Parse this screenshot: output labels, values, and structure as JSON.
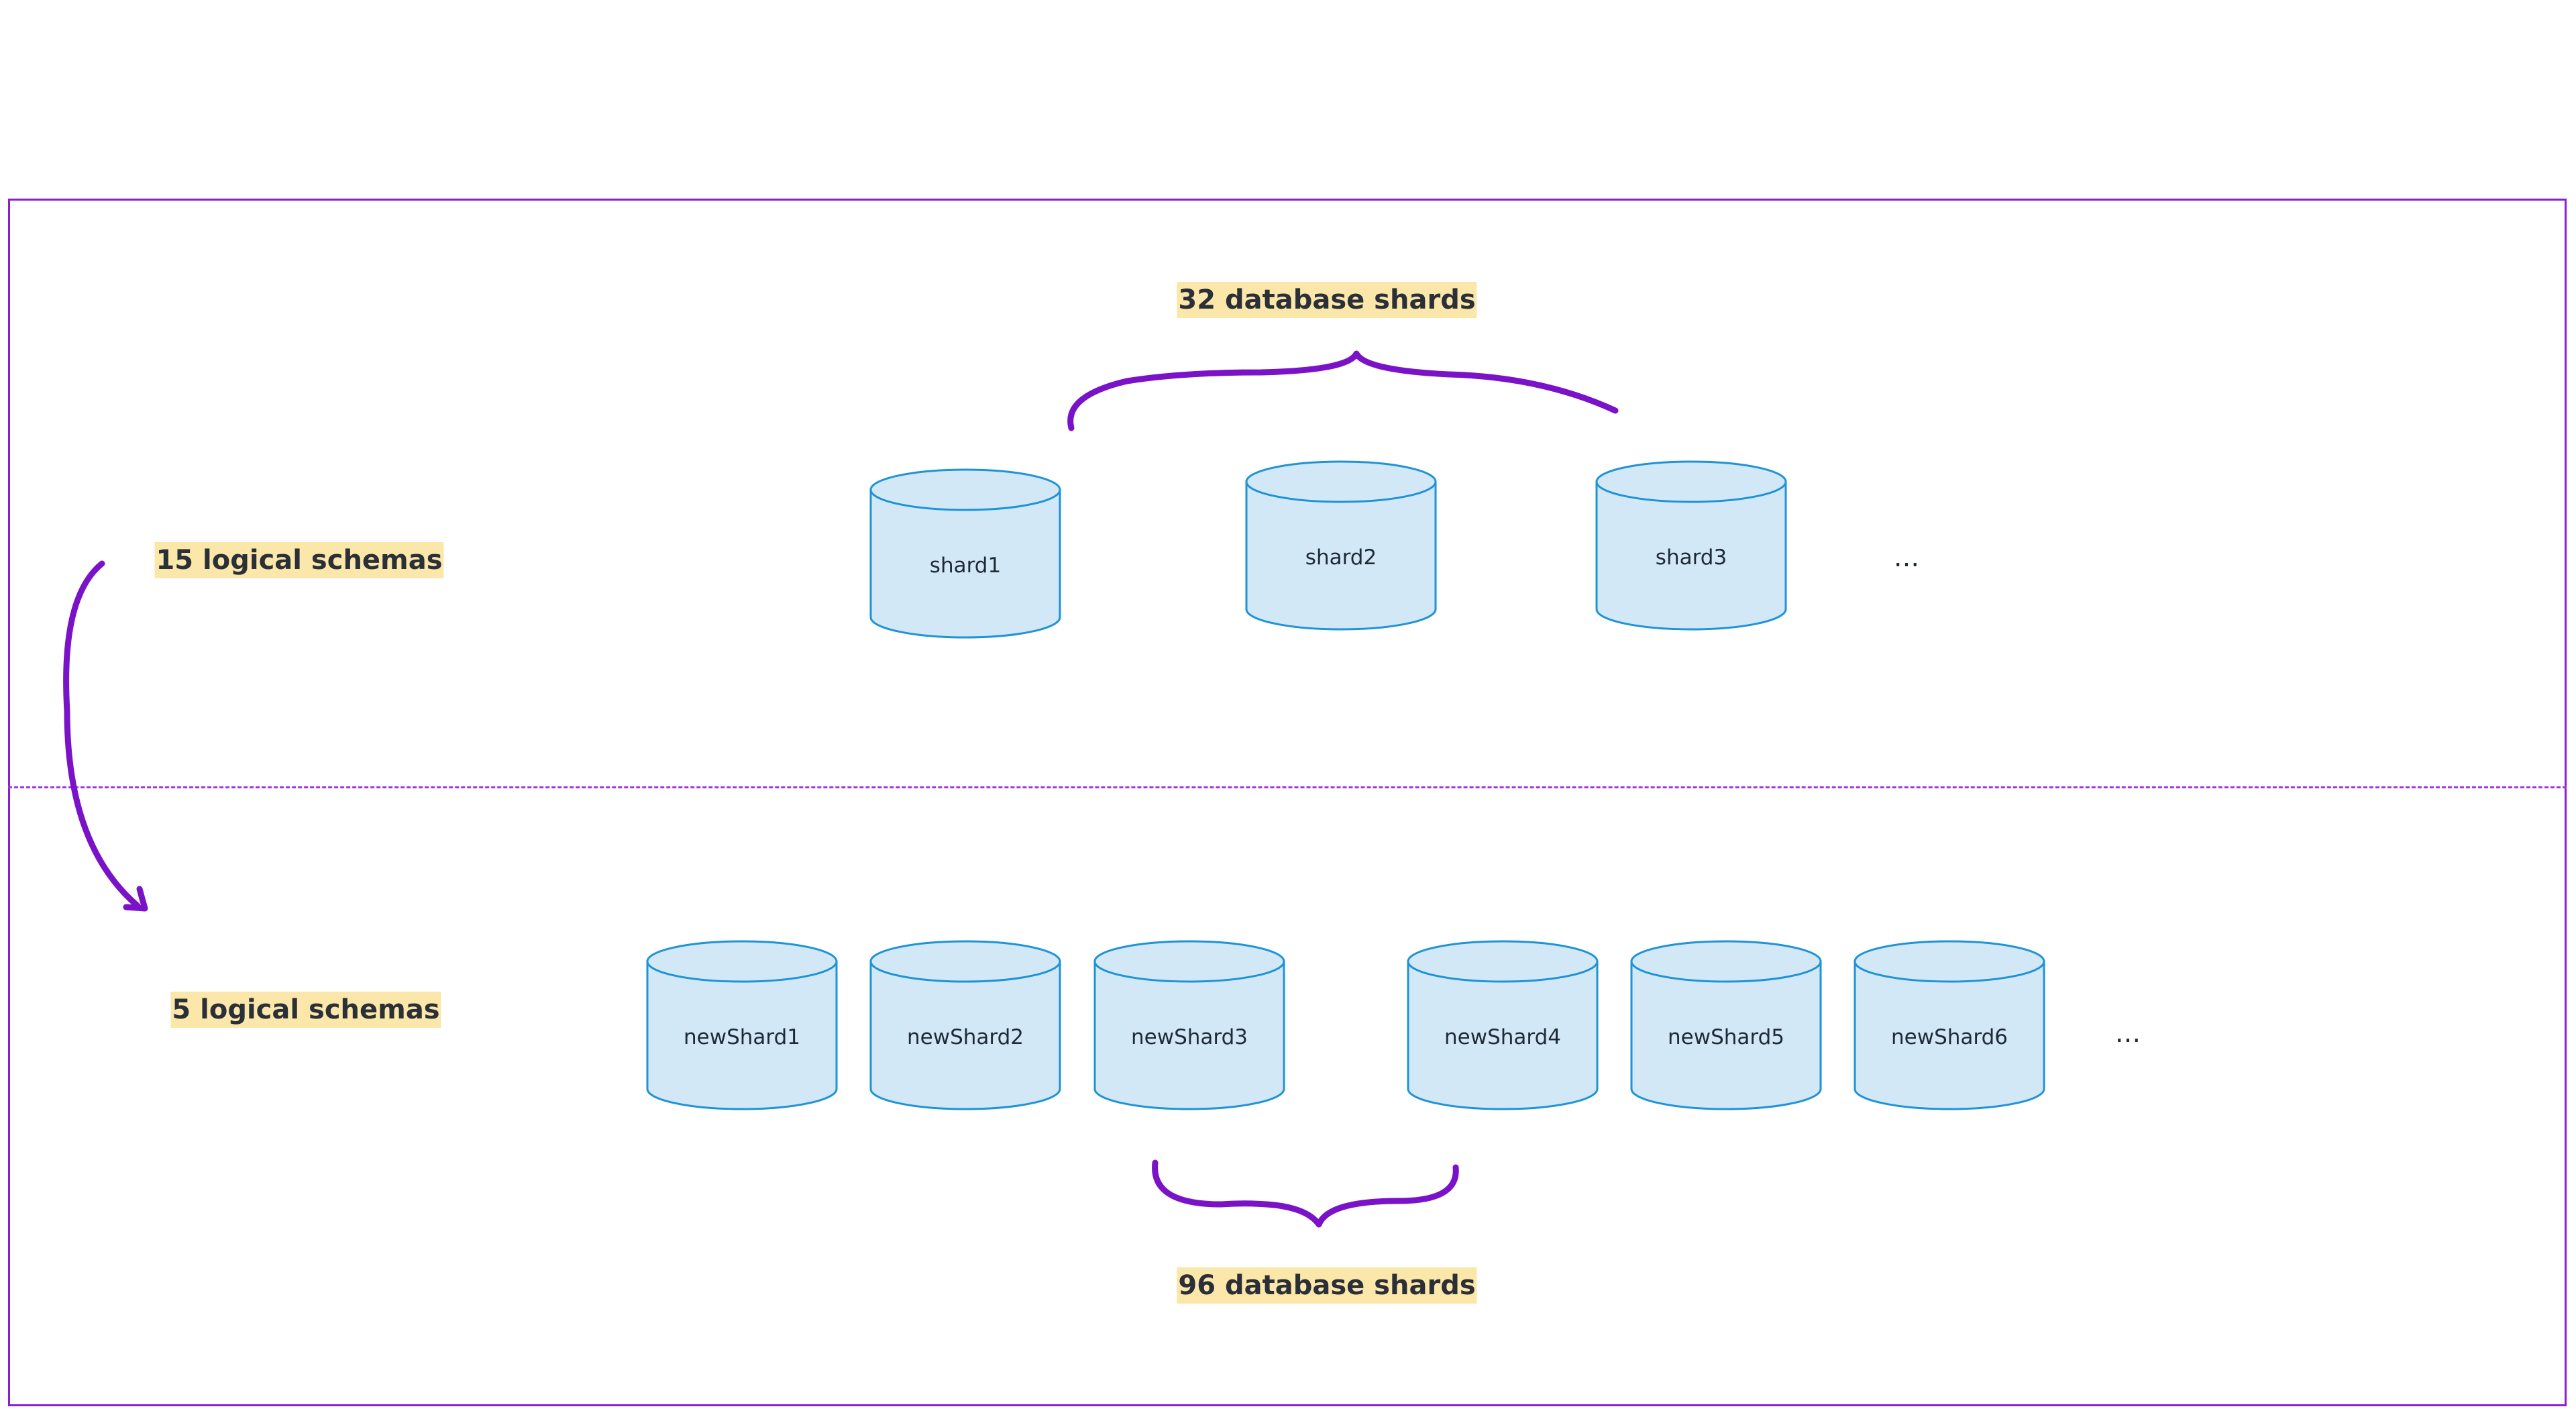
{
  "top_section": {
    "schema_label": "15 logical schemas",
    "shards_label": "32 database shards",
    "shards": [
      "shard1",
      "shard2",
      "shard3"
    ],
    "more": "..."
  },
  "bottom_section": {
    "schema_label": "5 logical schemas",
    "shards_label": "96 database shards",
    "shards": [
      "newShard1",
      "newShard2",
      "newShard3",
      "newShard4",
      "newShard5",
      "newShard6"
    ],
    "more": "..."
  },
  "colors": {
    "frame": "#8a1fd0",
    "accent": "#7a12c8",
    "cylinder_fill": "#d2e8f7",
    "cylinder_stroke": "#1e93d6",
    "label_highlight": "#fbe7a9"
  }
}
